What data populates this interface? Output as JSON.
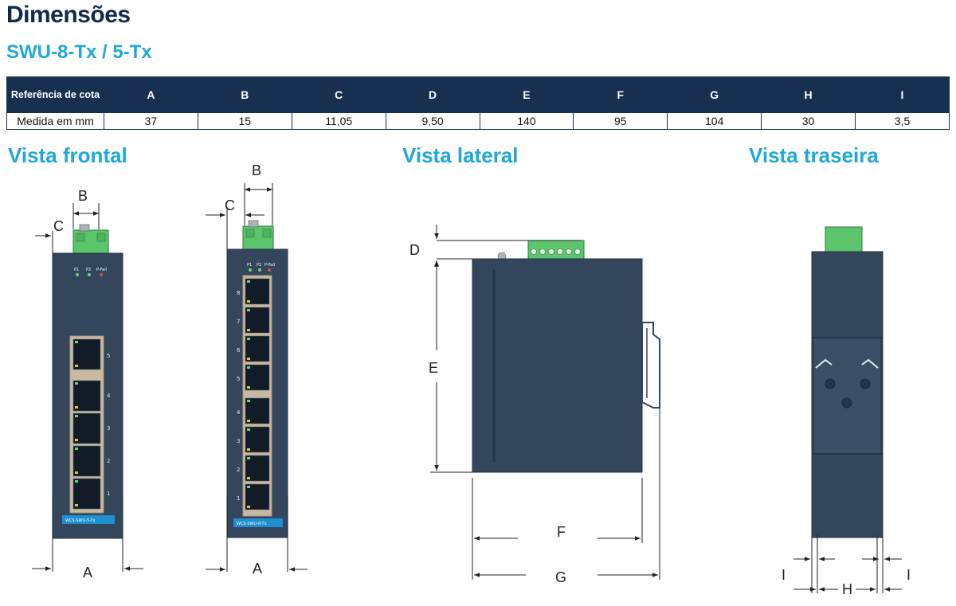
{
  "page_title": "Dimensões",
  "subtitle": "SWU-8-Tx / 5-Tx",
  "table": {
    "header_label": "Referência de cota",
    "columns": [
      "A",
      "B",
      "C",
      "D",
      "E",
      "F",
      "G",
      "H",
      "I"
    ],
    "row_label": "Medida em mm",
    "values": [
      "37",
      "15",
      "11,05",
      "9,50",
      "140",
      "95",
      "104",
      "30",
      "3,5"
    ]
  },
  "views": {
    "front": "Vista frontal",
    "side": "Vista lateral",
    "rear": "Vista traseira"
  },
  "devices": {
    "five_port": {
      "model_label": "WCS-SWU-5-Tx",
      "led_labels": [
        "P1",
        "P2",
        "P-Fail"
      ],
      "port_numbers": [
        "5",
        "4",
        "3",
        "2",
        "1"
      ]
    },
    "eight_port": {
      "model_label": "WCS-SWU-8-Tx",
      "led_labels": [
        "P1",
        "P2",
        "P-Fail"
      ],
      "port_numbers": [
        "8",
        "7",
        "6",
        "5",
        "4",
        "3",
        "2",
        "1"
      ]
    }
  },
  "dimension_labels": {
    "a": "A",
    "b": "B",
    "c": "C",
    "d": "D",
    "e": "E",
    "f": "F",
    "g": "G",
    "h": "H",
    "i": "I"
  },
  "colors": {
    "heading": "#14294a",
    "accent": "#1fa8d8",
    "table_header": "#17304f",
    "device_body": "#33465b",
    "terminal_green": "#5cc46a",
    "port_frame": "#c9b9a2"
  }
}
